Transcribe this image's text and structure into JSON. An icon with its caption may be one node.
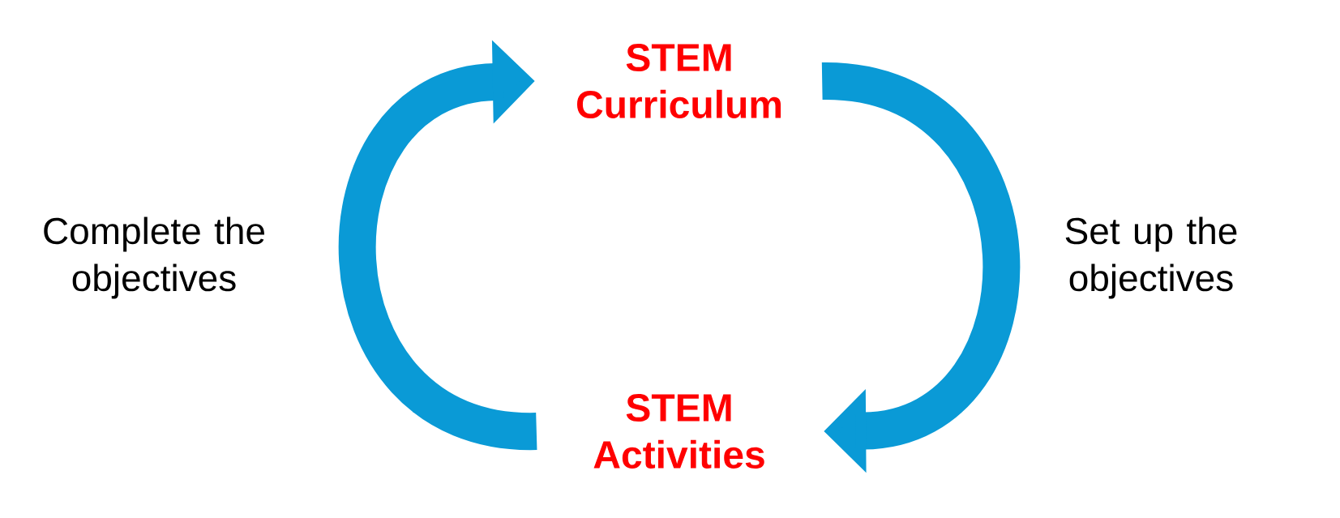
{
  "diagram": {
    "nodes": [
      {
        "text": [
          "STEM Curriculum"
        ]
      },
      {
        "text": [
          "STEM Activities"
        ]
      }
    ],
    "edges": [
      {
        "from": 0,
        "to": 1,
        "arrow": "to",
        "label": "Set up the objectives"
      },
      {
        "from": 1,
        "to": 0,
        "arrow": "to",
        "label": "Complete the objectives"
      }
    ]
  }
}
